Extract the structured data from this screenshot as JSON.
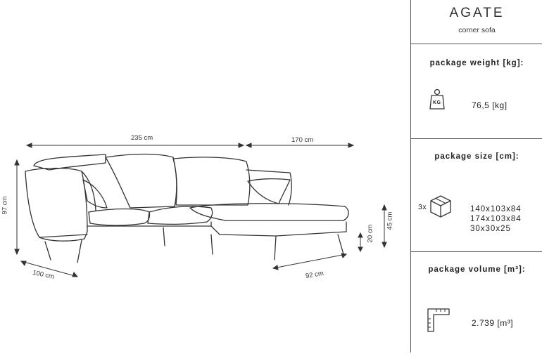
{
  "product": {
    "name": "AGATE",
    "subtitle": "corner sofa"
  },
  "dimensions": {
    "width_sofa": "235 cm",
    "width_chaise": "170 cm",
    "height_total": "97 cm",
    "depth_sofa": "100 cm",
    "depth_chaise": "92 cm",
    "seat_height": "45 cm",
    "leg_height": "20 cm"
  },
  "specs": {
    "weight_heading": "package weight [kg]:",
    "weight_icon_label": "KG",
    "weight_value": "76,5 [kg]",
    "size_heading": "package size [cm]:",
    "package_count": "3x",
    "sizes": [
      "140x103x84",
      "174x103x84",
      "30x30x25"
    ],
    "volume_heading": "package volume [m³]:",
    "volume_value": "2.739 [m³]"
  },
  "colors": {
    "line": "#333333",
    "separator": "#555555"
  },
  "icons": [
    "weight-icon",
    "box-icon",
    "ruler-corner-icon"
  ]
}
